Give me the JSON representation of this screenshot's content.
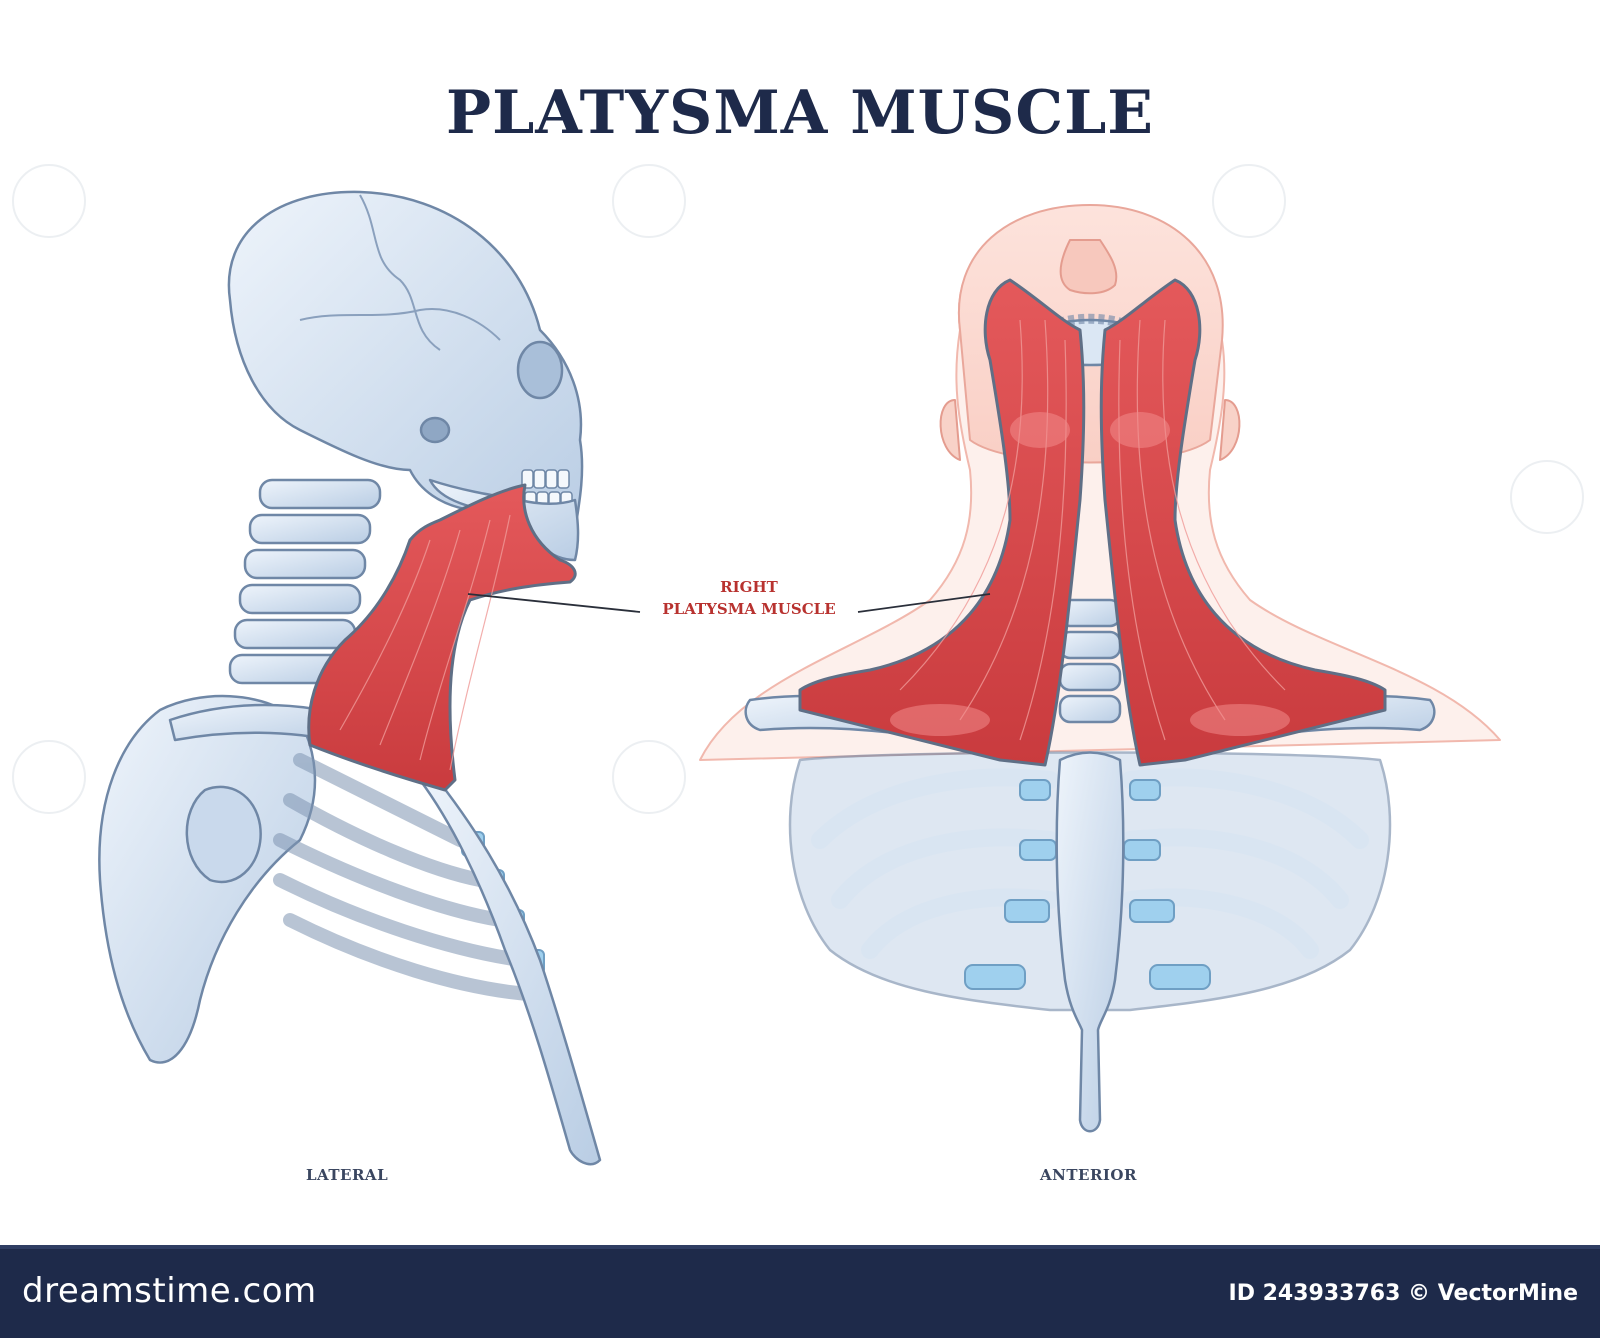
{
  "title": "PLATYSMA MUSCLE",
  "labels": {
    "callout_line1": "RIGHT",
    "callout_line2": "PLATYSMA MUSCLE",
    "lateral": "LATERAL",
    "anterior": "ANTERIOR"
  },
  "footer": {
    "brand": "dreamstime.com",
    "image_id": "ID 243933763 © VectorMine"
  },
  "colors": {
    "title": "#1e2a4a",
    "muscle": "#d9474a",
    "bone": "#d4e2f2",
    "footer_bg": "#1e2a4a"
  }
}
